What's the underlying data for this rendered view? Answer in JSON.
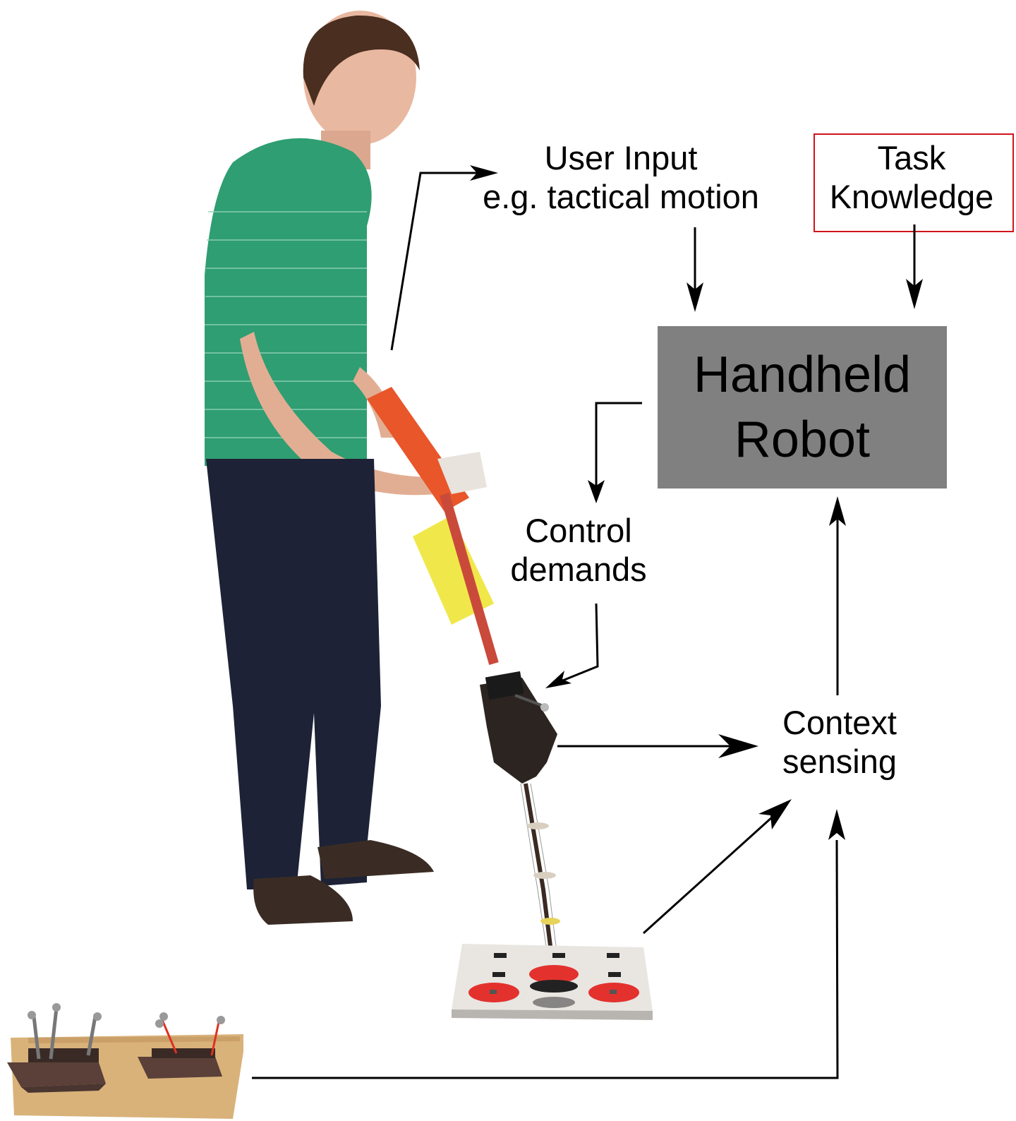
{
  "figure": {
    "type": "system diagram over photograph",
    "background_color": "#ffffff"
  },
  "nodes": {
    "user_input": {
      "line1": "User Input",
      "line2": "e.g. tactical motion"
    },
    "task_knowledge": {
      "line1": "Task",
      "line2": "Knowledge",
      "border_color": "#d0141c"
    },
    "handheld_robot": {
      "line1": "Handheld",
      "line2": "Robot",
      "fill_color": "#808080"
    },
    "control_demands": {
      "line1": "Control",
      "line2": "demands"
    },
    "context_sensing": {
      "line1": "Context",
      "line2": "sensing"
    }
  },
  "edges": [
    {
      "from": "user (hands on handle)",
      "to": "user_input"
    },
    {
      "from": "user_input",
      "to": "handheld_robot"
    },
    {
      "from": "task_knowledge",
      "to": "handheld_robot"
    },
    {
      "from": "handheld_robot",
      "to": "control_demands"
    },
    {
      "from": "control_demands",
      "to": "robot tip"
    },
    {
      "from": "robot tip",
      "to": "context_sensing"
    },
    {
      "from": "task board",
      "to": "context_sensing"
    },
    {
      "from": "wooden peg board",
      "to": "context_sensing"
    },
    {
      "from": "context_sensing",
      "to": "handheld_robot"
    }
  ],
  "photo_elements": {
    "person": "man in green striped polo and dark jeans holding handheld robot",
    "robot": "orange handle, yellow foam sleeve, dark actuated tip with flexible shaft",
    "task_board": "white board with three red discs and black markers",
    "peg_board": "wooden board with two stacks of discs on posts"
  },
  "colors": {
    "arrow": "#000000",
    "shirt": "#2f9e72",
    "jeans": "#1d2236",
    "handle": "#e8562a",
    "foam": "#f0e84a",
    "disc_red": "#e3322e",
    "wood": "#d9b27a"
  }
}
